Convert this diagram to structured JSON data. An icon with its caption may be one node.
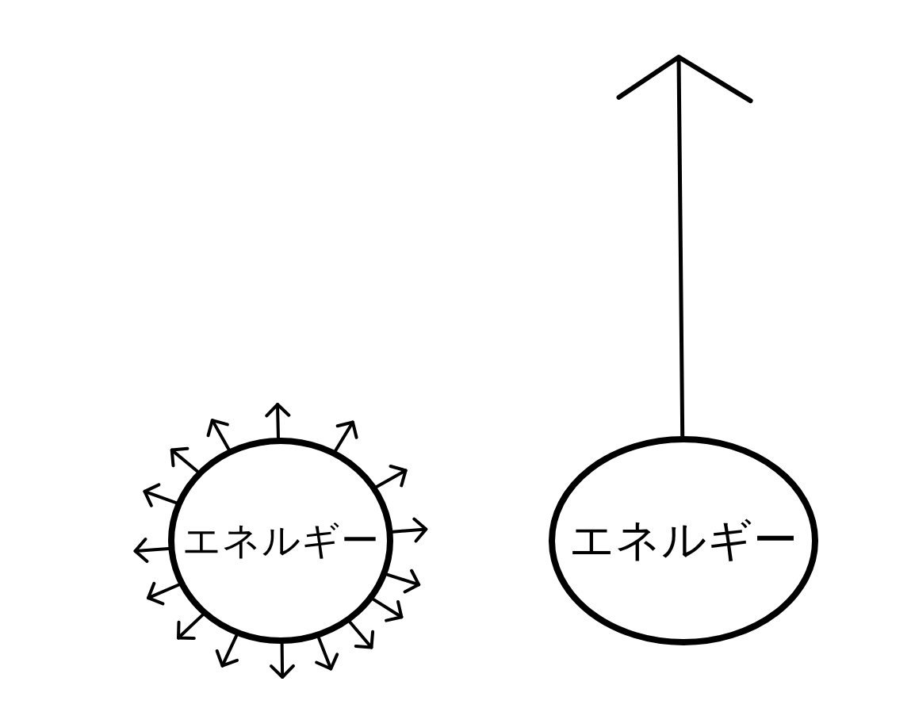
{
  "diagram": {
    "nodes": [
      {
        "text": [
          "エネルギー"
        ]
      },
      {
        "text": [
          "エネルギー"
        ]
      }
    ],
    "edges": [
      {
        "from": 0,
        "to": null,
        "arrow": "to"
      },
      {
        "from": 0,
        "to": null,
        "arrow": "to"
      },
      {
        "from": 0,
        "to": null,
        "arrow": "to"
      },
      {
        "from": 0,
        "to": null,
        "arrow": "to"
      },
      {
        "from": 0,
        "to": null,
        "arrow": "to"
      },
      {
        "from": 0,
        "to": null,
        "arrow": "to"
      },
      {
        "from": 0,
        "to": null,
        "arrow": "to"
      },
      {
        "from": 0,
        "to": null,
        "arrow": "to"
      },
      {
        "from": 0,
        "to": null,
        "arrow": "to"
      },
      {
        "from": 0,
        "to": null,
        "arrow": "to"
      },
      {
        "from": 0,
        "to": null,
        "arrow": "to"
      },
      {
        "from": 0,
        "to": null,
        "arrow": "to"
      },
      {
        "from": 0,
        "to": null,
        "arrow": "to"
      },
      {
        "from": 0,
        "to": null,
        "arrow": "to"
      },
      {
        "from": 0,
        "to": null,
        "arrow": "to"
      },
      {
        "from": 0,
        "to": null,
        "arrow": "to"
      },
      {
        "from": 1,
        "to": null,
        "arrow": "to"
      }
    ]
  }
}
